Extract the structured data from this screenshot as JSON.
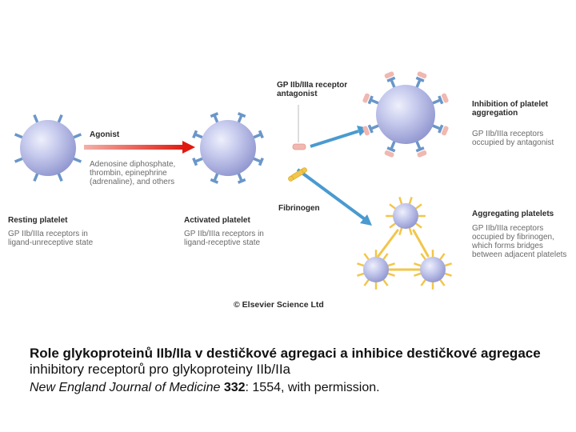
{
  "figure": {
    "labels": {
      "agonist_title": "Agonist",
      "agonist_desc": "Adenosine diphosphate,\nthrombin, epinephrine\n(adrenaline), and others",
      "resting_title": "Resting platelet",
      "resting_desc": "GP IIb/IIIa receptors in\nligand-unreceptive state",
      "activated_title": "Activated platelet",
      "activated_desc": "GP IIb/IIIa receptors in\nligand-receptive state",
      "antagonist_title": "GP IIb/IIIa receptor\nantagonist",
      "inhibition_title": "Inhibition of platelet\naggregation",
      "inhibition_desc": "GP IIb/IIIa receptors\noccupied by antagonist",
      "fibrinogen": "Fibrinogen",
      "aggregating_title": "Aggregating platelets",
      "aggregating_desc": "GP IIb/IIIa receptors\noccupied by fibrinogen,\nwhich forms bridges\nbetween adjacent platelets",
      "copyright": "© Elsevier Science Ltd"
    },
    "colors": {
      "platelet": "#b9bde6",
      "receptor": "#6a96c8",
      "antagonist": "#f0b8b0",
      "fibrinogen": "#f2c64a",
      "arrow_red": "#e02a1a",
      "arrow_blue": "#4a9ad0"
    }
  },
  "caption": {
    "line1": "Role glykoproteinů IIb/IIa v destičkové agregaci a inhibice destičkové agregace",
    "line2": "inhibitory receptorů pro glykoproteiny IIb/IIa",
    "citation_journal": "New England Journal of Medicine",
    "citation_volume": "332",
    "citation_rest": ": 1554, with permission."
  }
}
